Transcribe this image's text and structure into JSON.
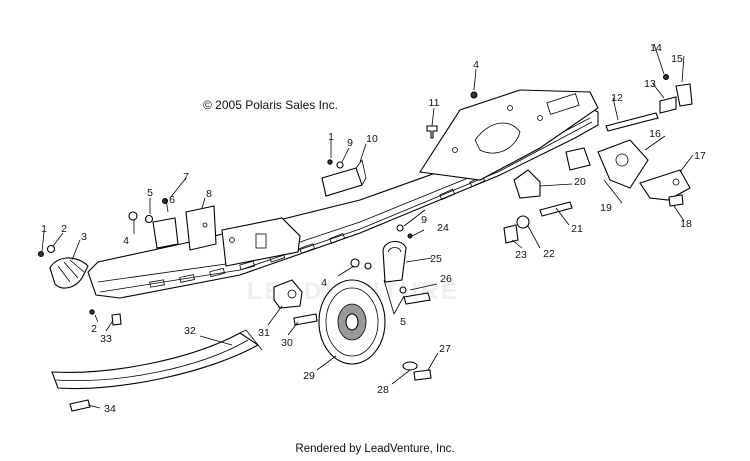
{
  "copyright": "© 2005 Polaris Sales Inc.",
  "footer": "Rendered by LeadVenture, Inc.",
  "watermark": "LEADVENTURE",
  "callouts": {
    "1": "1",
    "2": "2",
    "3": "3",
    "4": "4",
    "5": "5",
    "6": "6",
    "7": "7",
    "8": "8",
    "9": "9",
    "10": "10",
    "11": "11",
    "12": "12",
    "13": "13",
    "14": "14",
    "15": "15",
    "16": "16",
    "17": "17",
    "18": "18",
    "19": "19",
    "20": "20",
    "21": "21",
    "22": "22",
    "23": "23",
    "24": "24",
    "25": "25",
    "26": "26",
    "27": "27",
    "28": "28",
    "29": "29",
    "30": "30",
    "31": "31",
    "32": "32",
    "33": "33",
    "34": "34"
  }
}
